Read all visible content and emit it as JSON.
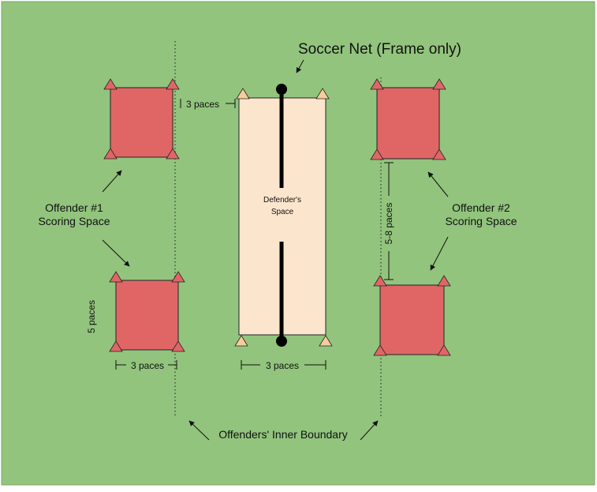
{
  "labels": {
    "soccer_net": "Soccer Net (Frame only)",
    "three_paces": "3 paces",
    "five_paces": "5 paces",
    "five_eight_paces": "5-8 paces",
    "defender_line1": "Defender's",
    "defender_line2": "Space",
    "offender1_line1": "Offender #1",
    "offender1_line2": "Scoring Space",
    "offender2_line1": "Offender #2",
    "offender2_line2": "Scoring Space",
    "inner_boundary": "Offenders' Inner Boundary"
  },
  "colors": {
    "field": "#92c47d",
    "offender_box": "#e06666",
    "defender_box": "#fce5cd",
    "cone_red": "#e06666",
    "cone_peach": "#f9cb9c",
    "net": "#000000"
  }
}
